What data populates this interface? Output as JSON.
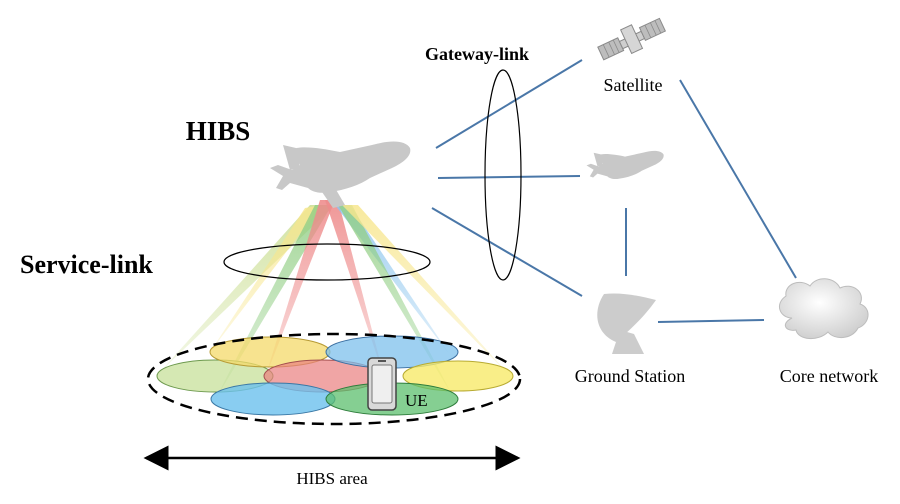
{
  "labels": {
    "hibs": "HIBS",
    "service_link": "Service-link",
    "gateway_link": "Gateway-link",
    "satellite": "Satellite",
    "ground_station": "Ground Station",
    "core_network": "Core network",
    "ue": "UE",
    "hibs_area": "HIBS area"
  },
  "colors": {
    "link_line": "#4a77a8",
    "aircraft": "#c8c8c8",
    "beam_yellow": "#f6e27a",
    "beam_red": "#ef8a8a",
    "beam_green": "#9dd28f",
    "beam_blue": "#8fc7ee",
    "beam_olive": "#c5d887"
  },
  "icons": [
    "aircraft-icon",
    "satellite-icon",
    "dish-antenna-icon",
    "cloud-icon",
    "phone-icon"
  ]
}
